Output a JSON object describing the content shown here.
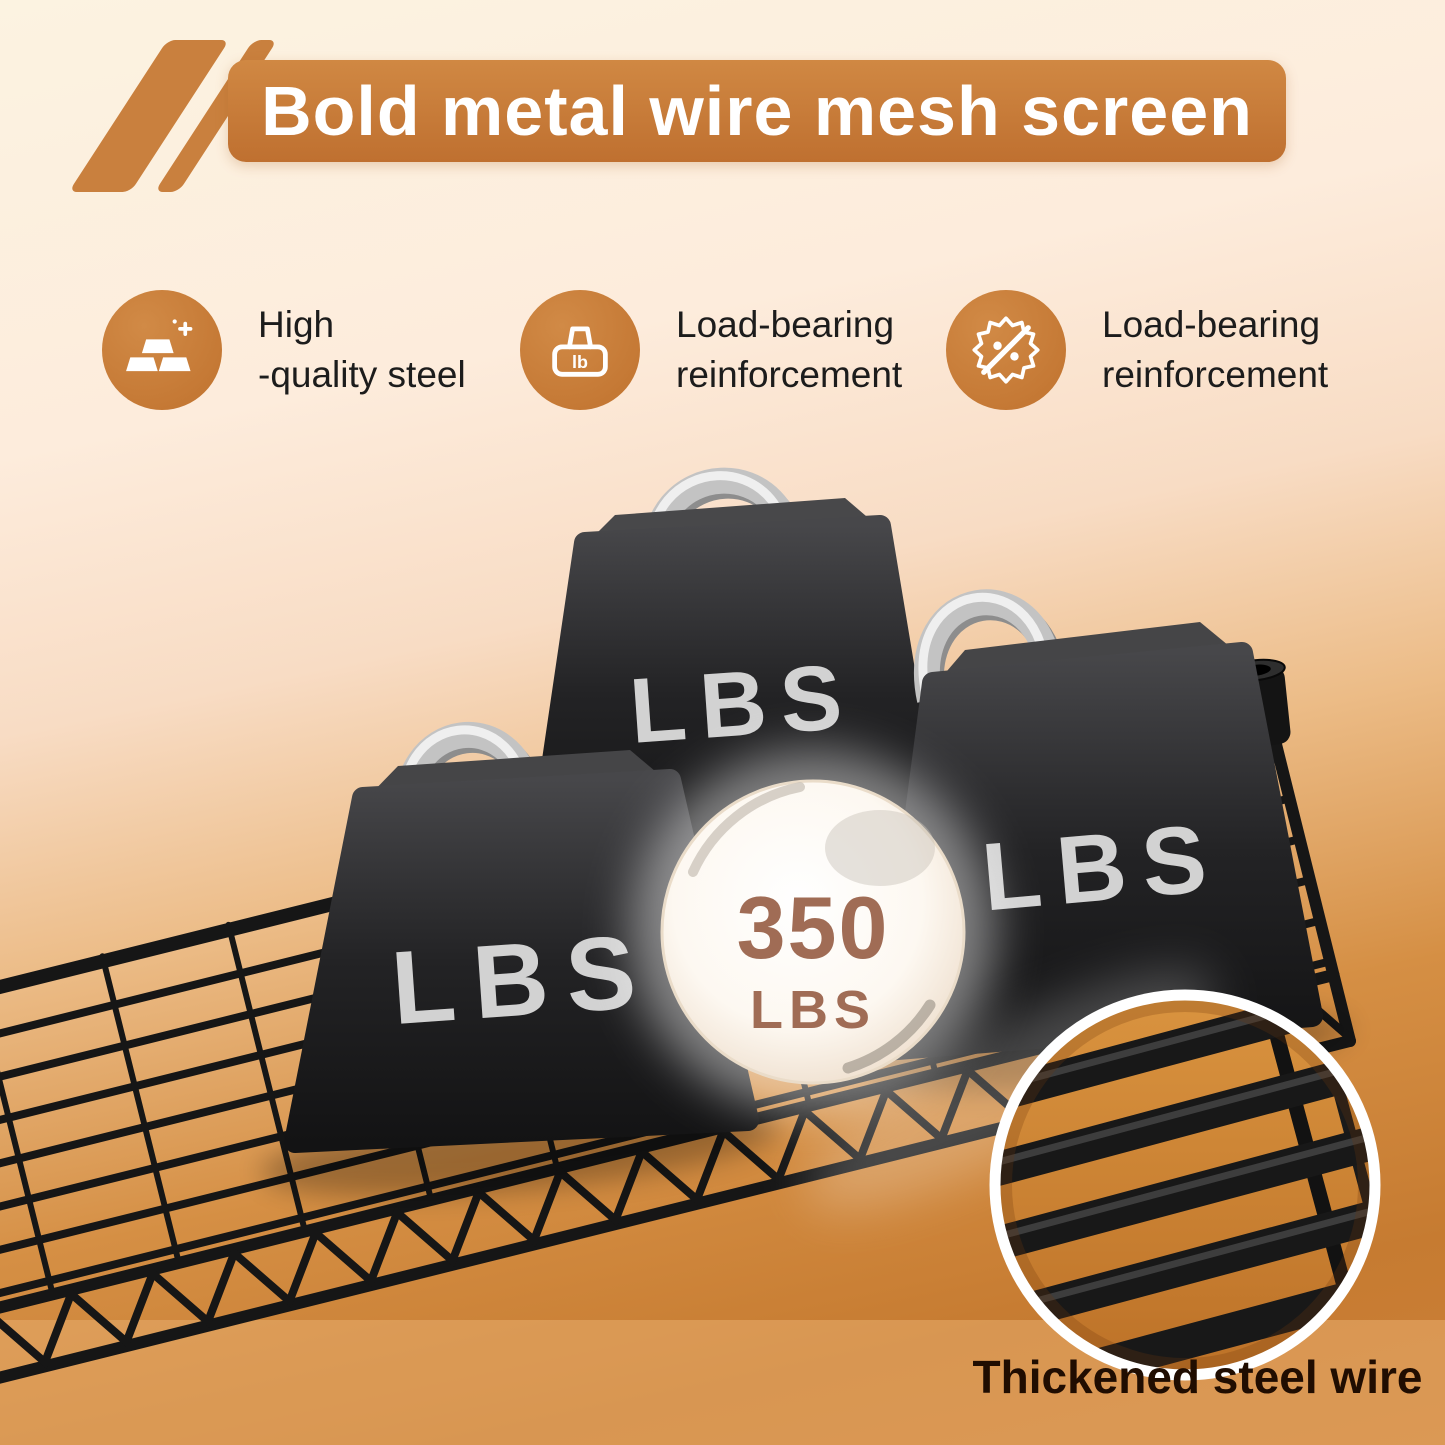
{
  "banner": {
    "title": "Bold metal wire mesh screen"
  },
  "features": [
    {
      "icon": "steel-ingots-icon",
      "lines": [
        "High",
        "-quality steel"
      ]
    },
    {
      "icon": "weight-icon",
      "icon_text": "lb",
      "lines": [
        "Load-bearing",
        "reinforcement"
      ]
    },
    {
      "icon": "anti-rust-badge-icon",
      "lines": [
        "Load-bearing",
        "reinforcement"
      ]
    }
  ],
  "scene": {
    "weight_label": "LBS",
    "capacity_value": "350",
    "capacity_unit": "LBS"
  },
  "inset_caption": "Thickened steel wire",
  "colors": {
    "accent_orange": "#c9803e",
    "banner_orange": "#c67b31",
    "weight_black": "#1c1c1d",
    "capacity_text": "#a06c55",
    "wire_black": "#161616"
  }
}
